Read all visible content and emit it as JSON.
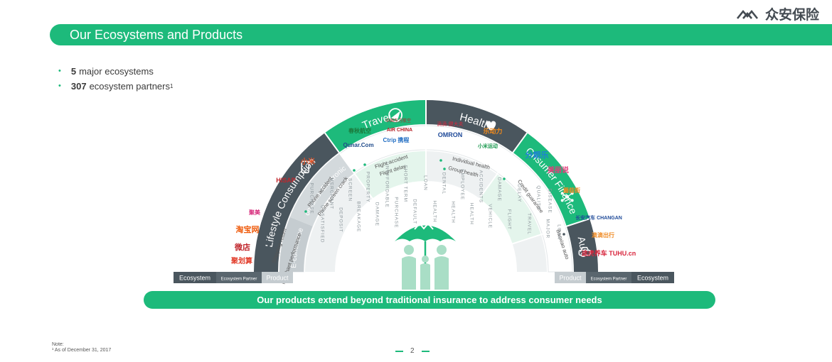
{
  "header": {
    "logo_text": "众安保险",
    "title": "Our Ecosystems and Products"
  },
  "bullets": [
    {
      "bold": "5",
      "text": "major ecosystems",
      "sup": ""
    },
    {
      "bold": "307",
      "text": "ecosystem partners",
      "sup": "1"
    }
  ],
  "arch": {
    "outer_segments": [
      {
        "label": "Lifestyle Consumption",
        "icon": "phone-icon",
        "color": "#4a565e"
      },
      {
        "label": "Travel",
        "icon": "globe-plane-icon",
        "color": "#1dba7b"
      },
      {
        "label": "Health",
        "icon": "heart-icon",
        "color": "#4a565e"
      },
      {
        "label": "Cnsumer Finance",
        "icon": "network-icon",
        "color": "#1dba7b"
      },
      {
        "label": "Auto",
        "icon": "car-icon",
        "color": "#4a565e"
      }
    ],
    "partner_ring_labels": [
      "Consumer Electronics",
      "E-commerce"
    ],
    "partners": {
      "lifestyle": [
        "小米",
        "HISAP",
        "聚美",
        "淘宝网",
        "微店",
        "聚划算"
      ],
      "travel": [
        "中国东方航空",
        "春秋航空",
        "AIR CHINA",
        "Qunar.Com",
        "Ctrip 携程"
      ],
      "health": [
        "滴滴·健大夫",
        "OMRON",
        "乐动力",
        "小米运动"
      ],
      "finance": [
        "分期乐",
        "美丽说",
        "蘑菇街"
      ],
      "auto": [
        "长安汽车 CHANGAN",
        "滴滴出行",
        "途虎养车 TUHU.cn"
      ]
    },
    "scenario_labels": [
      "Shipping return",
      "Merchant performance",
      "Phone accident",
      "Phone screen crack",
      "Flight accident",
      "Flight delay",
      "Individual health",
      "Group health",
      "Credit guarantee",
      "Baoxiao auto"
    ],
    "product_words": [
      "PURCHASE",
      "UNSATISFIED",
      "MERCHANT",
      "DEPOSIT",
      "SCREEN",
      "BREAKAGE",
      "PROPERTY",
      "DAMAGE",
      "UNAFFORDABLE",
      "PURCHASE",
      "SHORT TERM",
      "DEFAULT",
      "LOAN",
      "HEALTH",
      "DENTAL",
      "HEALTH",
      "EMPLOYEE",
      "HEALTH",
      "ACCIDENTS",
      "VEHICLE",
      "DAMAGE",
      "FLIGHT",
      "DELAY",
      "TRAVEL",
      "QUALITY",
      "MAJOR",
      "DISEASE",
      "LOAN"
    ],
    "legend_left": [
      "Ecosystem",
      "Ecosystem Partner",
      "Product"
    ],
    "legend_right": [
      "Product",
      "Ecosystem Partner",
      "Ecosystem"
    ]
  },
  "banner": "Our products extend beyond traditional insurance to address consumer needs",
  "note": {
    "label": "Note:",
    "line": "¹ As of December 31, 2017"
  },
  "page_number": "2",
  "colors": {
    "green": "#1dba7b",
    "dark": "#4a565e",
    "light_gray": "#c5ccd0",
    "pale_green": "#e4f5ec"
  }
}
